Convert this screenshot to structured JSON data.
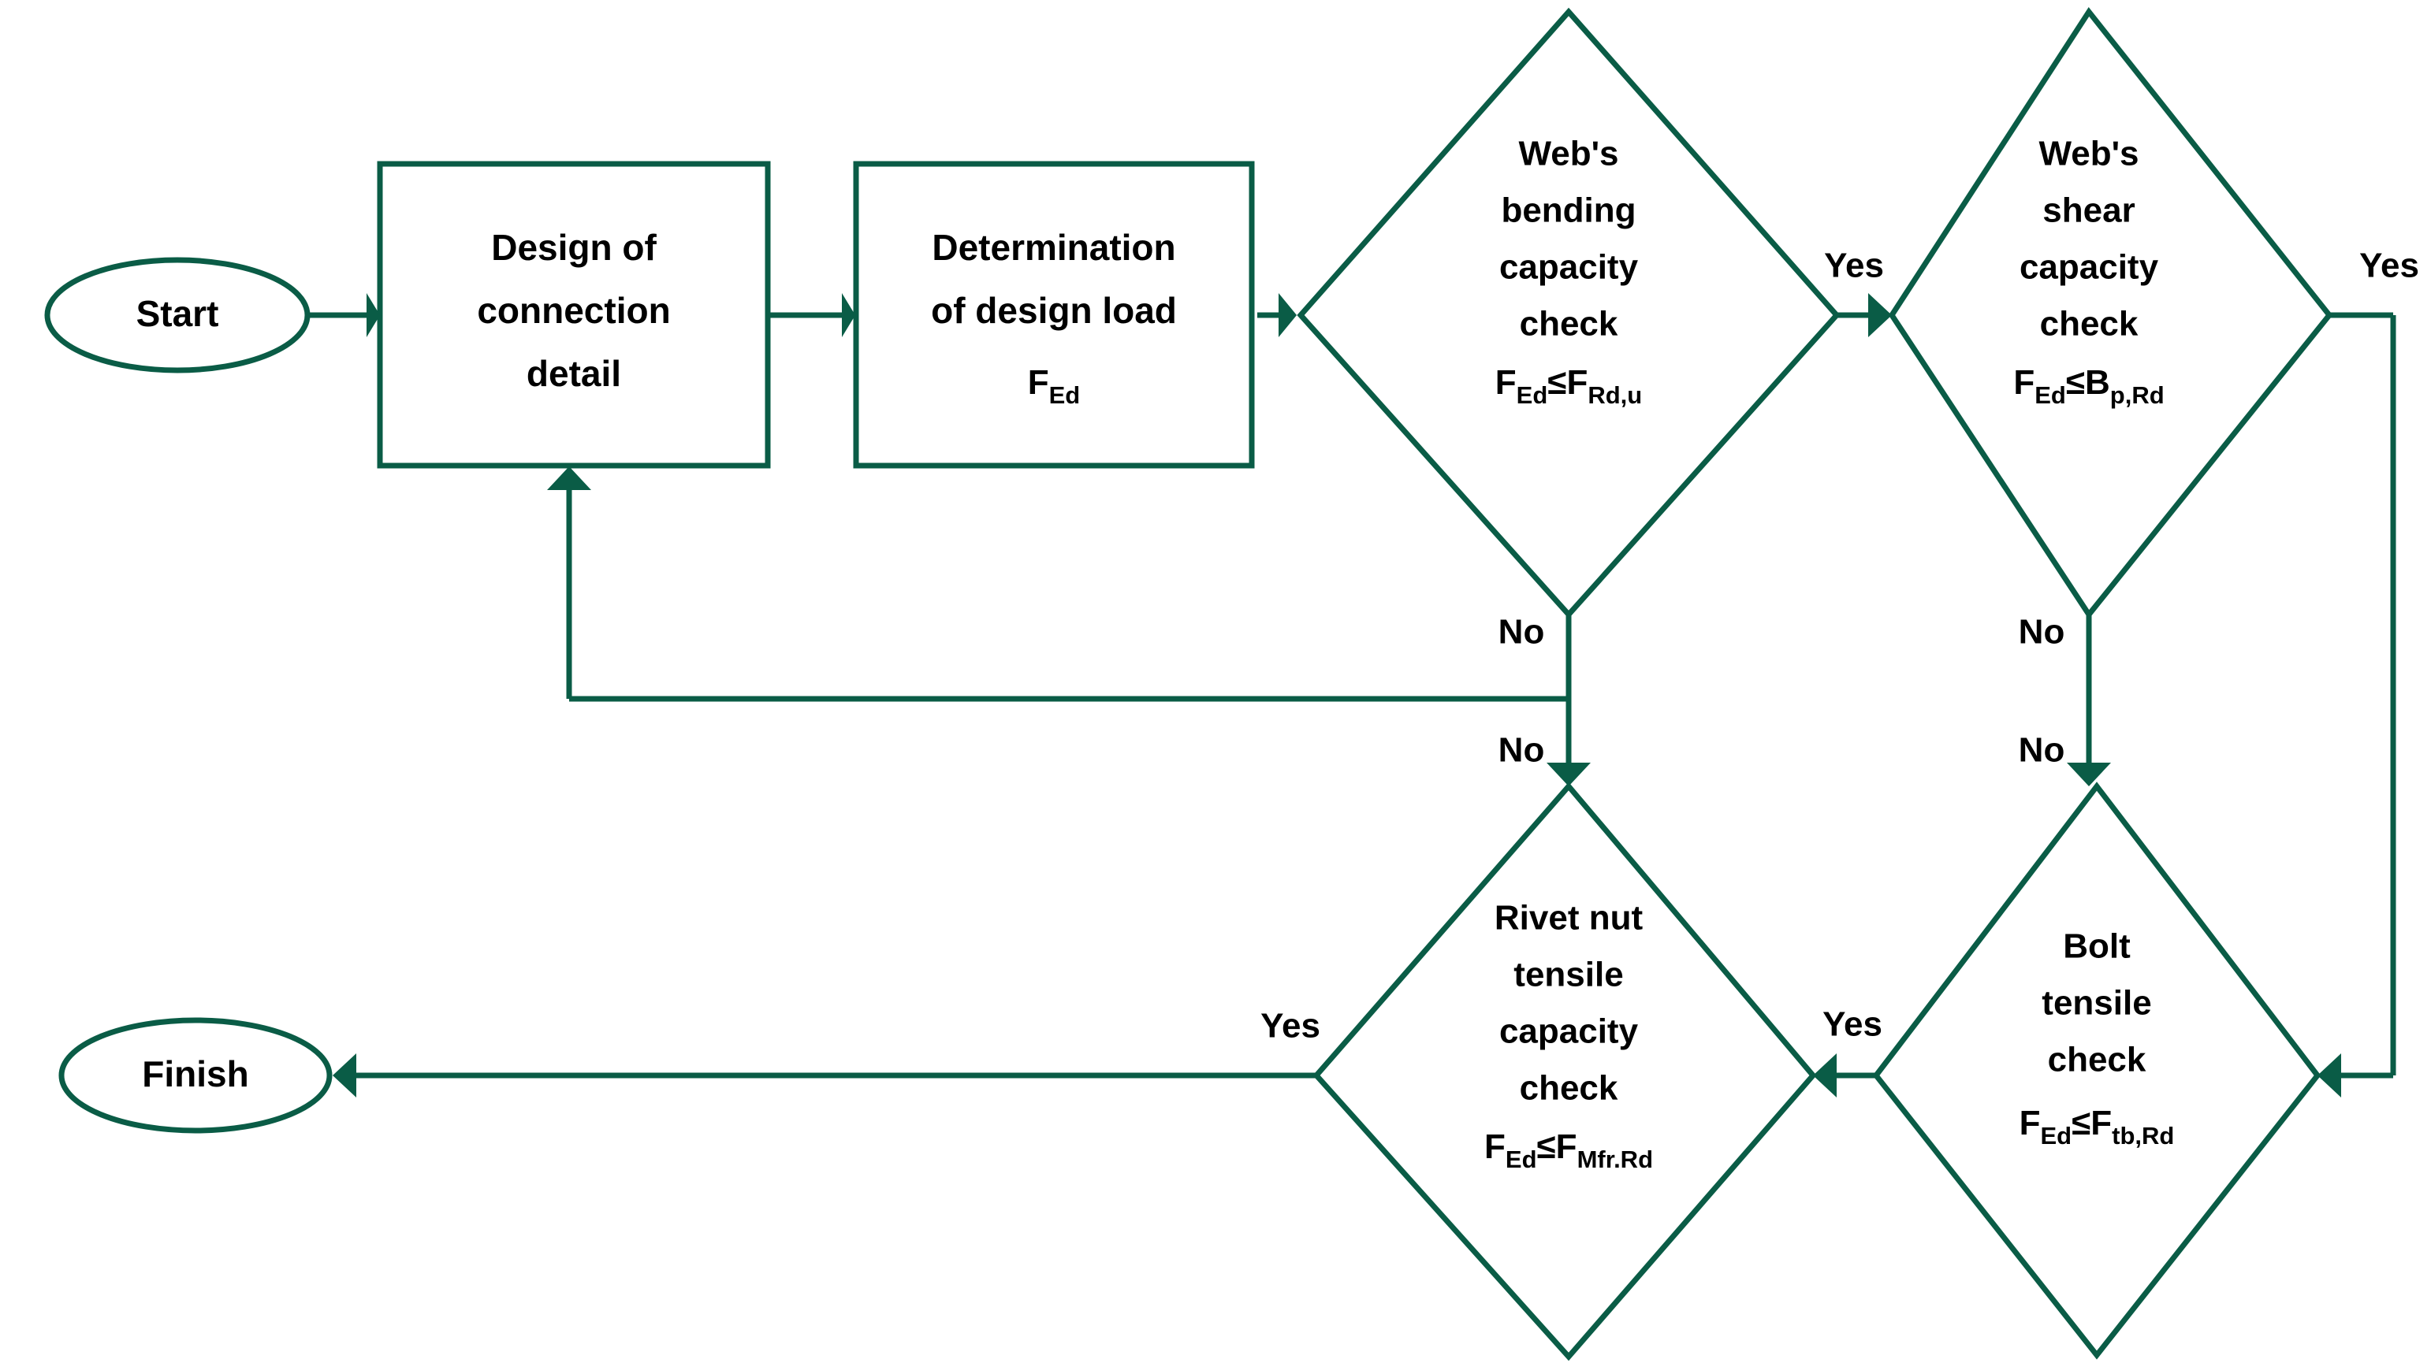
{
  "diagram": {
    "title": "Rivet nut connection design verification flowchart",
    "type": "flowchart",
    "colors": {
      "stroke": "#0a5c46",
      "fill": "#ffffff",
      "text": "#000000",
      "background": "#ffffff"
    }
  },
  "nodes": {
    "start": {
      "shape": "ellipse",
      "label": "Start"
    },
    "design": {
      "shape": "process",
      "line1": "Design of",
      "line2": "connection",
      "line3": "detail"
    },
    "load": {
      "shape": "process",
      "line1": "Determination",
      "line2": "of design load",
      "symbol_base": "F",
      "symbol_sub": "Ed"
    },
    "web_bending": {
      "shape": "decision",
      "line1": "Web's",
      "line2": "bending",
      "line3": "capacity",
      "line4": "check",
      "formula_lhs_base": "F",
      "formula_lhs_sub": "Ed",
      "formula_operator": "≤",
      "formula_rhs_base": "F",
      "formula_rhs_sub": "Rd,u"
    },
    "web_shear": {
      "shape": "decision",
      "line1": "Web's",
      "line2": "shear",
      "line3": "capacity",
      "line4": "check",
      "formula_lhs_base": "F",
      "formula_lhs_sub": "Ed",
      "formula_operator": "≤",
      "formula_rhs_base": "B",
      "formula_rhs_sub": "p,Rd"
    },
    "rivet_nut": {
      "shape": "decision",
      "line1": "Rivet nut",
      "line2": "tensile",
      "line3": "capacity",
      "line4": "check",
      "formula_lhs_base": "F",
      "formula_lhs_sub": "Ed",
      "formula_operator": "≤",
      "formula_rhs_base": "F",
      "formula_rhs_sub": "Mfr.Rd"
    },
    "bolt_tensile": {
      "shape": "decision",
      "line1": "Bolt",
      "line2": "tensile",
      "line3": "check",
      "formula_lhs_base": "F",
      "formula_lhs_sub": "Ed",
      "formula_operator": "≤",
      "formula_rhs_base": "F",
      "formula_rhs_sub": "tb,Rd"
    },
    "finish": {
      "shape": "ellipse",
      "label": "Finish"
    }
  },
  "edge_labels": {
    "bending_yes": "Yes",
    "bending_no": "No",
    "shear_yes": "Yes",
    "shear_no": "No",
    "rivet_yes": "Yes",
    "rivet_no": "No",
    "bolt_yes": "Yes",
    "bolt_no": "No"
  }
}
